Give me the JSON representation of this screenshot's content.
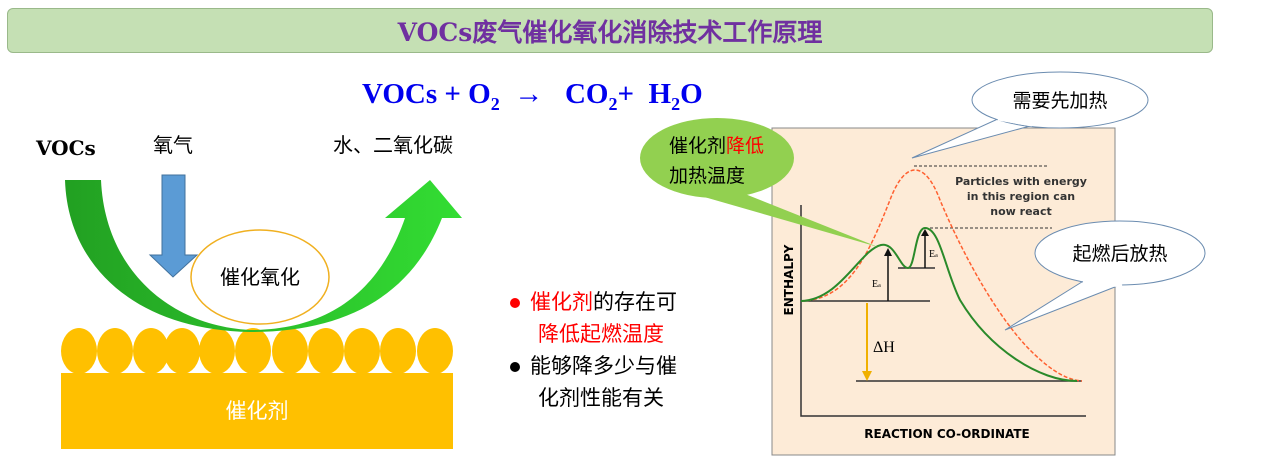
{
  "title": "VOCs废气催化氧化消除技术工作原理",
  "equation": {
    "reactant1": "VOCs + O",
    "reactant1_sub": "2",
    "arrow": "→",
    "product1": "CO",
    "product1_sub": "2",
    "plus": "+",
    "product2a": "H",
    "product2_sub": "2",
    "product2b": "O"
  },
  "left_diagram": {
    "vocs_label": "VOCs",
    "oxygen_label": "氧气",
    "products_label": "水、二氧化碳",
    "reaction_label": "催化氧化",
    "catalyst_label": "催化剂",
    "colors": {
      "catalyst": "#ffc000",
      "arrow_green": "#2ca02c",
      "oxygen_arrow": "#5b9bd5"
    }
  },
  "bullets": [
    {
      "red_part": "催化剂",
      "black_part": "的存在可",
      "line2": "降低起燃温度",
      "dot_color": "#ff0000"
    },
    {
      "line1": "能够降多少与催",
      "line2": "化剂性能有关",
      "dot_color": "#000000"
    }
  ],
  "energy_diagram": {
    "ylabel": "ENTHALPY",
    "xlabel": "REACTION CO-ORDINATE",
    "annotation": [
      "Particles with energy",
      "in this region can",
      "now react"
    ],
    "ea_label": "E",
    "ea_sub": "a",
    "delta_h_label": "ΔH"
  },
  "callouts": {
    "catalyst_line1_a": "催化剂",
    "catalyst_line1_b": "降低",
    "catalyst_line2": "加热温度",
    "preheat": "需要先加热",
    "exotherm": "起燃后放热"
  }
}
